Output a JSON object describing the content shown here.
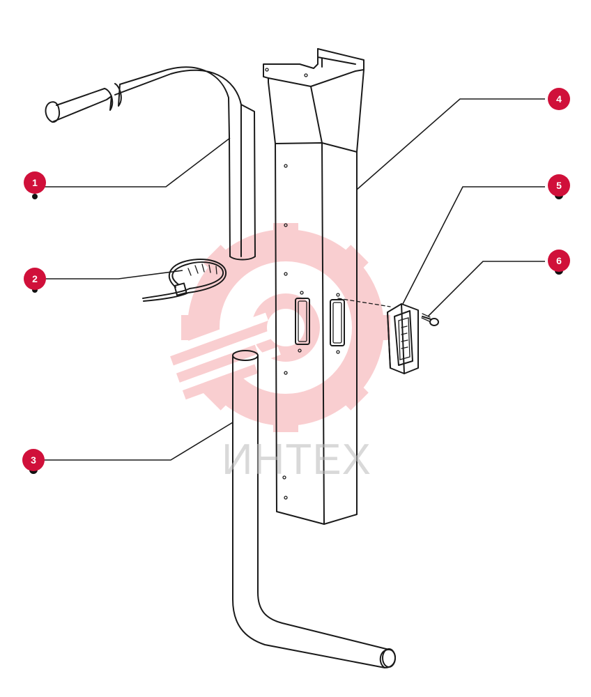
{
  "callouts": [
    {
      "id": "1",
      "label": "1"
    },
    {
      "id": "2",
      "label": "2"
    },
    {
      "id": "3",
      "label": "3"
    },
    {
      "id": "4",
      "label": "4"
    },
    {
      "id": "5",
      "label": "5"
    },
    {
      "id": "6",
      "label": "6"
    }
  ],
  "watermark": {
    "text": "ИНТЕХ"
  },
  "colors": {
    "callout_fill": "#d0103a",
    "line": "#1a1a1a",
    "watermark_logo": "#e8252f",
    "watermark_text": "#b9b9b9"
  }
}
